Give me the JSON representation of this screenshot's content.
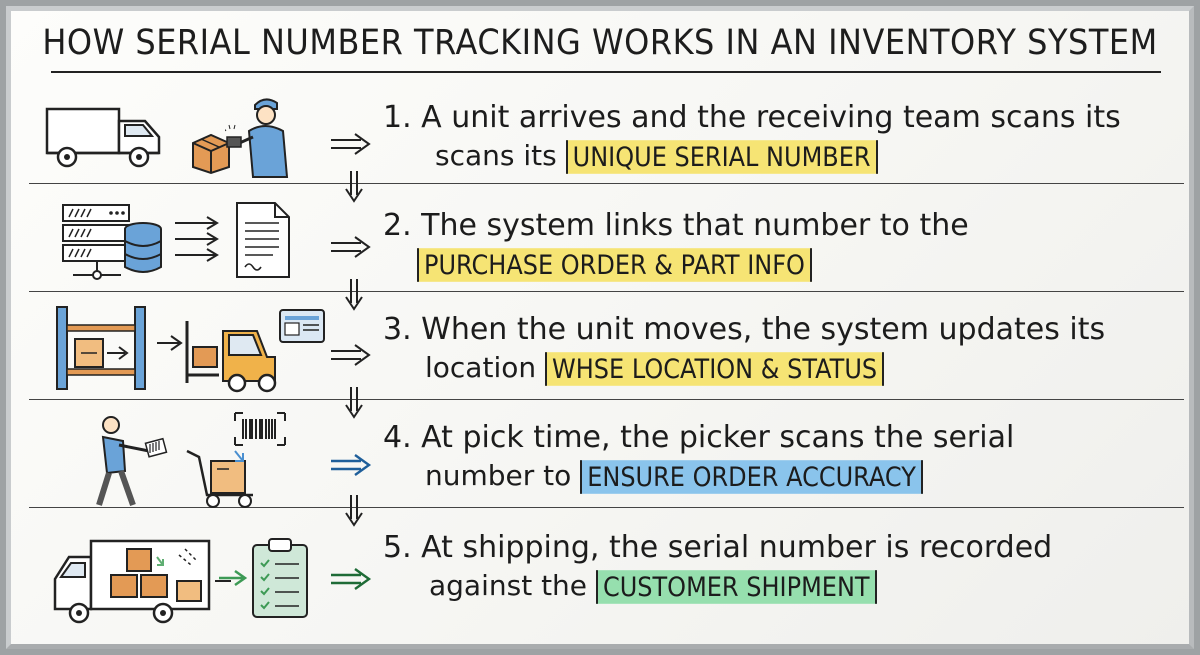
{
  "title": "HOW SERIAL NUMBER TRACKING WORKS IN AN INVENTORY SYSTEM",
  "colors": {
    "yellow_highlight": "#f6e474",
    "blue_highlight": "#8ac4ec",
    "green_highlight": "#96dfae",
    "icon_blue": "#6aa3d8",
    "icon_orange": "#e39a55",
    "icon_green": "#5fae72"
  },
  "steps": [
    {
      "line1": "1. A unit arrives and the receiving team scans its",
      "line2_prefix": "scans its",
      "highlight": "UNIQUE SERIAL NUMBER",
      "highlight_color": "yellow",
      "icons": [
        "delivery-truck-icon",
        "package-box-icon",
        "worker-with-barcode-scanner-icon"
      ]
    },
    {
      "line1": "2. The system links that number to the",
      "line2_prefix": "",
      "highlight": "PURCHASE ORDER & PART INFO",
      "highlight_color": "yellow",
      "icons": [
        "server-rack-icon",
        "database-icon",
        "document-icon"
      ]
    },
    {
      "line1": "3. When the unit moves, the system updates its",
      "line2_prefix": "location",
      "highlight": "WHSE LOCATION & STATUS",
      "highlight_color": "yellow",
      "icons": [
        "warehouse-shelf-icon",
        "forklift-icon",
        "monitor-screen-icon"
      ]
    },
    {
      "line1": "4. At pick time, the picker scans the serial",
      "line2_prefix": "number to",
      "highlight": "ENSURE ORDER ACCURACY",
      "highlight_color": "blue",
      "icons": [
        "picker-person-icon",
        "barcode-icon",
        "hand-cart-icon"
      ]
    },
    {
      "line1": "5. At shipping, the serial number is recorded",
      "line2_prefix": "against the",
      "highlight": "CUSTOMER SHIPMENT",
      "highlight_color": "green",
      "icons": [
        "loaded-truck-icon",
        "clipboard-checklist-icon"
      ]
    }
  ]
}
